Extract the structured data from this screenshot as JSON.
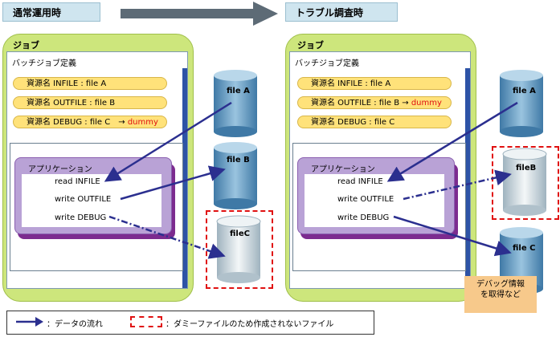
{
  "normal": {
    "header": "通常運用時",
    "job_label": "ジョブ",
    "panel_title": "バッチジョブ定義",
    "resources": [
      {
        "text": "資源名 INFILE : file A",
        "red": ""
      },
      {
        "text": "資源名 OUTFILE : file B",
        "red": ""
      },
      {
        "text": "資源名 DEBUG : file C　→",
        "red": "dummy"
      }
    ],
    "app_title": "アプリケーション",
    "app_lines": [
      "read  INFILE",
      "write  OUTFILE",
      "write DEBUG"
    ],
    "files": [
      "file A",
      "file B",
      "fileC"
    ]
  },
  "trouble": {
    "header": "トラブル調査時",
    "job_label": "ジョブ",
    "panel_title": "バッチジョブ定義",
    "resources": [
      {
        "text": "資源名 INFILE : file A",
        "red": ""
      },
      {
        "text": "資源名 OUTFILE : file B →",
        "red": "dummy"
      },
      {
        "text": "資源名 DEBUG : file C",
        "red": ""
      }
    ],
    "app_title": "アプリケーション",
    "app_lines": [
      "read  INFILE",
      "write  OUTFILE",
      "write DEBUG"
    ],
    "files": [
      "file A",
      "fileB",
      "file C"
    ],
    "note": "デバッグ情報\nを取得など"
  },
  "legend": {
    "flow": "：データの流れ",
    "dummy": "：ダミーファイルのため作成されないファイル"
  },
  "colors": {
    "arrow": "#2b2f8f",
    "dummy_border": "#e01010",
    "job_bg": "#cde67c",
    "resource_bg": "#ffe27a",
    "app_bg": "#b9a2d6"
  }
}
